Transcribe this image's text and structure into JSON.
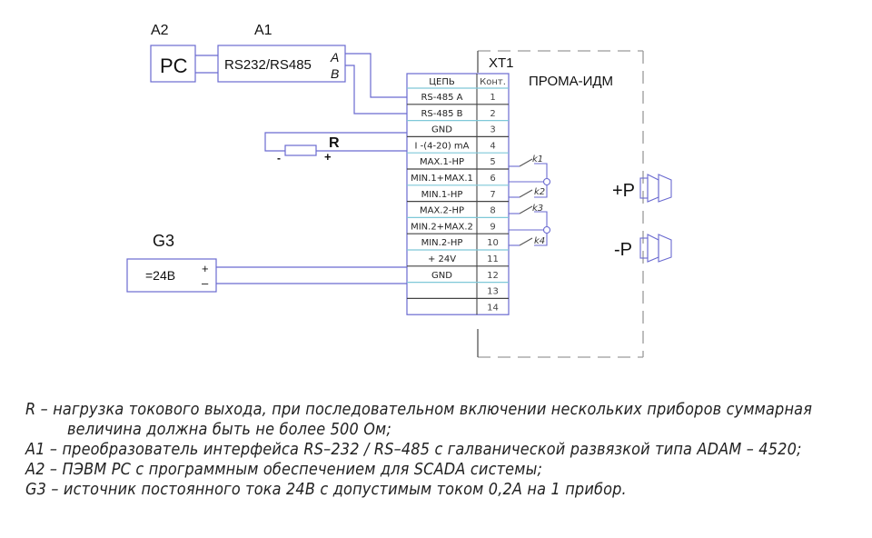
{
  "diagram": {
    "title_device": "ПРОМА-ИДМ",
    "terminal_block": "XT1",
    "components": {
      "pc": {
        "designator": "A2",
        "label": "PC"
      },
      "converter": {
        "designator": "A1",
        "label": "RS232/RS485",
        "pin_a": "A",
        "pin_b": "B"
      },
      "resistor": {
        "designator": "R",
        "minus": "-",
        "plus": "+"
      },
      "power_supply": {
        "designator": "G3",
        "label": "=24B",
        "plus": "+",
        "minus": "–"
      },
      "pressure_plus": "+P",
      "pressure_minus": "-P"
    },
    "table": {
      "headers": [
        "ЦЕПЬ",
        "Конт."
      ],
      "rows": [
        {
          "circuit": "RS-485  A",
          "pin": "1"
        },
        {
          "circuit": "RS-485  B",
          "pin": "2"
        },
        {
          "circuit": "GND",
          "pin": "3"
        },
        {
          "circuit": "I -(4-20) mA",
          "pin": "4"
        },
        {
          "circuit": "MAX.1-HP",
          "pin": "5"
        },
        {
          "circuit": "MIN.1+MAX.1",
          "pin": "6"
        },
        {
          "circuit": "MIN.1-HP",
          "pin": "7"
        },
        {
          "circuit": "MAX.2-HP",
          "pin": "8"
        },
        {
          "circuit": "MIN.2+MAX.2",
          "pin": "9"
        },
        {
          "circuit": "MIN.2-HP",
          "pin": "10"
        },
        {
          "circuit": "+ 24V",
          "pin": "11"
        },
        {
          "circuit": "GND",
          "pin": "12"
        },
        {
          "circuit": "",
          "pin": "13"
        },
        {
          "circuit": "",
          "pin": "14"
        }
      ]
    },
    "switches": [
      "k1",
      "k2",
      "k3",
      "k4"
    ],
    "colors": {
      "wire": "#6a6ad0",
      "row_line_a": "#7fc8d8",
      "row_line_b": "#444444",
      "dashed": "#999999"
    }
  },
  "notes": [
    "R – нагрузка токового выхода, при последовательном включении нескольких приборов суммарная",
    "величина  должна быть не более 500 Ом;",
    "A1 – преобразователь интерфейса RS–232 / RS–485 с галванической развязкой типа ADAM – 4520;",
    "A2 – ПЭВМ PC с программным обеспечением для SCADA системы;",
    "G3 – источник постоянного тока 24В с допустимым током 0,2А на 1 прибор."
  ]
}
